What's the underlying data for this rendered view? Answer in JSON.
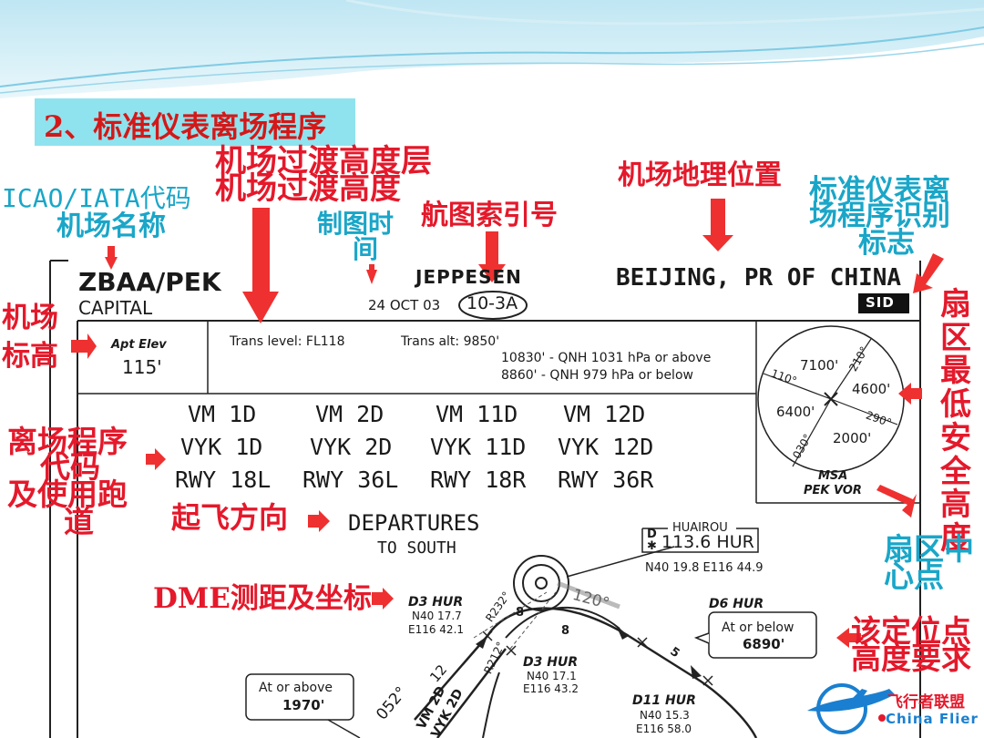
{
  "slide_title": "2、标准仪表离场程序",
  "annotations": {
    "trans_level_1": "机场过渡高度层",
    "trans_level_2": "机场过渡高度",
    "icao_iata": "ICAO/IATA代码",
    "airport_name": "机场名称",
    "chart_date_1": "制图时",
    "chart_date_2": "间",
    "chart_index": "航图索引号",
    "geo_location": "机场地理位置",
    "sid_id_1": "标准仪表离",
    "sid_id_2": "场程序识别",
    "sid_id_3": "标志",
    "elevation_1": "机场",
    "elevation_2": "标高",
    "msa_1": "扇区",
    "msa_2": "最低",
    "msa_3": "安全",
    "msa_4": "高度",
    "dep_code_1": "离场程序",
    "dep_code_2": "代码",
    "dep_code_3": "及使用跑",
    "dep_code_4": "道",
    "takeoff_dir": "起飞方向",
    "msa_center_1": "扇区中",
    "msa_center_2": "心点",
    "dme": "DME测距及坐标",
    "fix_alt_1": "该定位点",
    "fix_alt_2": "高度要求"
  },
  "chart": {
    "icao": "ZBAA/PEK",
    "name": "CAPITAL",
    "date": "24 OCT 03",
    "index": "10-3A",
    "publisher": "JEPPESEN",
    "location": "BEIJING, PR OF CHINA",
    "badge": "SID",
    "elev_label": "Apt Elev",
    "elev_value": "115'",
    "trans_level": "Trans level: FL118",
    "trans_alt": "Trans alt: 9850'",
    "qnh_1": "10830' - QNH 1031 hPa or above",
    "qnh_2": "8860' - QNH 979 hPa or below",
    "procedures": [
      [
        "VM 1D",
        "VM 2D",
        "VM 11D",
        "VM 12D"
      ],
      [
        "VYK 1D",
        "VYK 2D",
        "VYK 11D",
        "VYK 12D"
      ],
      [
        "RWY 18L",
        "RWY 36L",
        "RWY 18R",
        "RWY 36R"
      ]
    ],
    "departures": "DEPARTURES",
    "to_south": "TO SOUTH",
    "msa": {
      "alt_nw": "7100'",
      "alt_ne": "4600'",
      "alt_w": "6400'",
      "alt_s": "2000'",
      "brg_210": "210°",
      "brg_110": "110°",
      "brg_290": "290°",
      "brg_030": "030°",
      "label_1": "MSA",
      "label_2": "PEK VOR"
    },
    "huairou": {
      "name": "HUAIROU",
      "freq": "113.6 HUR",
      "coords": "N40 19.8 E116 44.9"
    },
    "d3_hur_a": {
      "name": "D3 HUR",
      "lat": "N40 17.7",
      "lon": "E116 42.1"
    },
    "d3_hur_b": {
      "name": "D3 HUR",
      "lat": "N40 17.1",
      "lon": "E116 43.2"
    },
    "d6_hur": "D6 HUR",
    "d11_hur": {
      "name": "D11 HUR",
      "lat": "N40 15.3",
      "lon": "E116 58.0"
    },
    "alt_box_1": {
      "line1": "At or below",
      "line2": "6890'"
    },
    "alt_box_2": {
      "line1": "At or above",
      "line2": "1970'"
    },
    "radial_r232": "R232°",
    "radial_r212": "R212°",
    "course_120": "120°",
    "course_052": "052°",
    "seg_8a": "8",
    "seg_8b": "8",
    "seg_12": "12",
    "seg_5": "5",
    "route_vm2d": "VM 2D",
    "route_vyk2d": "VYK 2D"
  },
  "logo": {
    "cn": "飞行者联盟",
    "en": "China Flier"
  },
  "colors": {
    "annotation_red": "#e4192b",
    "annotation_cyan": "#1aa6c8",
    "title_bg": "#8fe3ee",
    "arrow_red": "#ef3030"
  }
}
